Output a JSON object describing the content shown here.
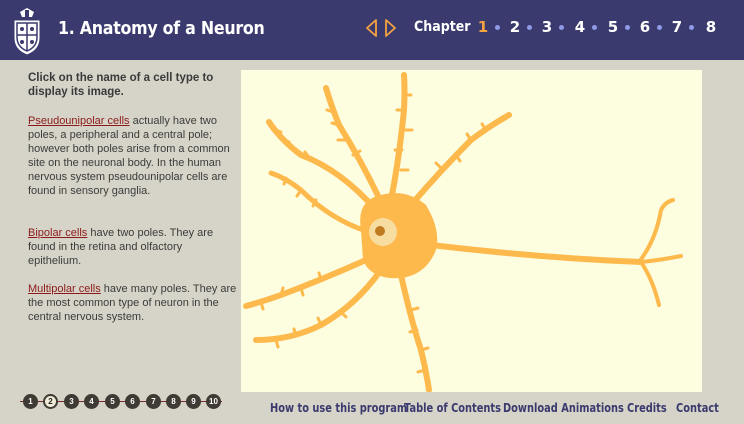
{
  "header": {
    "title": "1. Anatomy of a Neuron",
    "chapter_label": "Chapter",
    "chapters": [
      "1",
      "2",
      "3",
      "4",
      "5",
      "6",
      "7",
      "8"
    ],
    "active_chapter": "1"
  },
  "content": {
    "instructions": "Click on the name of a cell type to display its image.",
    "cell_types": [
      {
        "name": "Pseudounipolar cells",
        "description": " actually have two poles, a peripheral and a central pole; however both poles arise from a common site on the neuronal body. In the human nervous system pseudounipolar cells are found in sensory ganglia."
      },
      {
        "name": "Bipolar cells",
        "description": " have two poles. They are found in the retina and olfactory epithelium."
      },
      {
        "name": "Multipolar cells",
        "description": " have many poles. They are the most common type of neuron in the central nervous system."
      }
    ]
  },
  "pager": {
    "pages": [
      "1",
      "2",
      "3",
      "4",
      "5",
      "6",
      "7",
      "8",
      "9",
      "10"
    ],
    "active_page": "2"
  },
  "footer": {
    "links": [
      "How to use this program",
      "Table of Contents",
      "Download Animations",
      "Credits",
      "Contact"
    ]
  },
  "colors": {
    "header_bg": "#3a3a6e",
    "neuron": "#fdb94c",
    "nucleus": "#f8dda0",
    "nucleolus": "#c07a20",
    "link": "#8b1a1a",
    "active_chapter": "#f4a340"
  }
}
